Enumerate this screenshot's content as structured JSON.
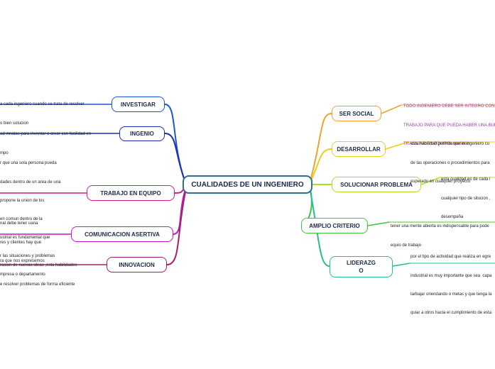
{
  "central": {
    "label": "CUALIDADES DE UN INGENIERO",
    "color": "#2f6f8f"
  },
  "left_branches": {
    "investigar": {
      "label": "INVESTIGAR",
      "color": "#1a56d6",
      "note": [
        "a cada ingeniero cuando se trata de resolver",
        "o bien solucion"
      ]
    },
    "ingenio": {
      "label": "INGENIO",
      "color": "#1a2fb0",
      "note": [
        "ad innatas para inventar o crear con facilidad en",
        "mpo"
      ]
    },
    "trabajo_equipo": {
      "label": "TRABAJO EN EQUIPO",
      "color": "#d11a8c",
      "note": [
        "r que una sola persona pueda",
        "dades dentro de un area de una",
        "propone la union de los",
        "en comun dentro de la",
        "ustrial es fundamental que",
        "r las situaciones y problemas",
        "mpresa o departamento"
      ]
    },
    "comunicacion": {
      "label": "COMUNICACION ASERTIVA",
      "color": "#c21ac2",
      "note": [
        "nal debe tener uana",
        "res y clientes hay que",
        "ra que nos expresemos"
      ]
    },
    "innovacion": {
      "label": "INNOVACION",
      "color": "#a0206e",
      "note": [
        "racion de nuevas ideas ,esta habilidades",
        "e resolver problemas de forma eficiente"
      ]
    }
  },
  "right_branches": {
    "ser_social": {
      "label": "SER SOCIAL",
      "color": "#f0a030",
      "note": [
        "TODO INGENIERO DEBE SER INTEGRO CON SU EQ",
        "TRABAJO PARA QUE PUEDA HABER UNA BUENA C",
        "TRABAJAR EN EQUIPOundefined"
      ]
    },
    "desarrollar": {
      "label": "DESARROLLAR",
      "color": "#e8cf1a",
      "note": [
        "esta habilidad permite que el ingeniero cu",
        "de las operaciones o procedimientos para",
        "esperado en cualquier proyecto"
      ]
    },
    "solucionar": {
      "label": "SOLUCIONAR PROBLEMA",
      "color": "#a8e020",
      "note": [
        "esta cualidad es de cada i",
        "cualquier tipo de situcion ,",
        "desempeña"
      ]
    },
    "amplio_criterio": {
      "label": "AMPLIO CRITERIO",
      "color": "#3cc83c",
      "note": [
        "tener una mente abierta es indispensable para pode",
        "equio de trabajo"
      ]
    },
    "liderazgo": {
      "label": "LIDERAZG\nO",
      "color": "#22c08a",
      "note": [
        "por el tipo de actividad que realiza en egre",
        "industrial es muy importante que sea  capa",
        "tarbajar oriendando o metas y que tenga la",
        "quiar a otros hacia el cumplimiento de esta"
      ]
    }
  }
}
